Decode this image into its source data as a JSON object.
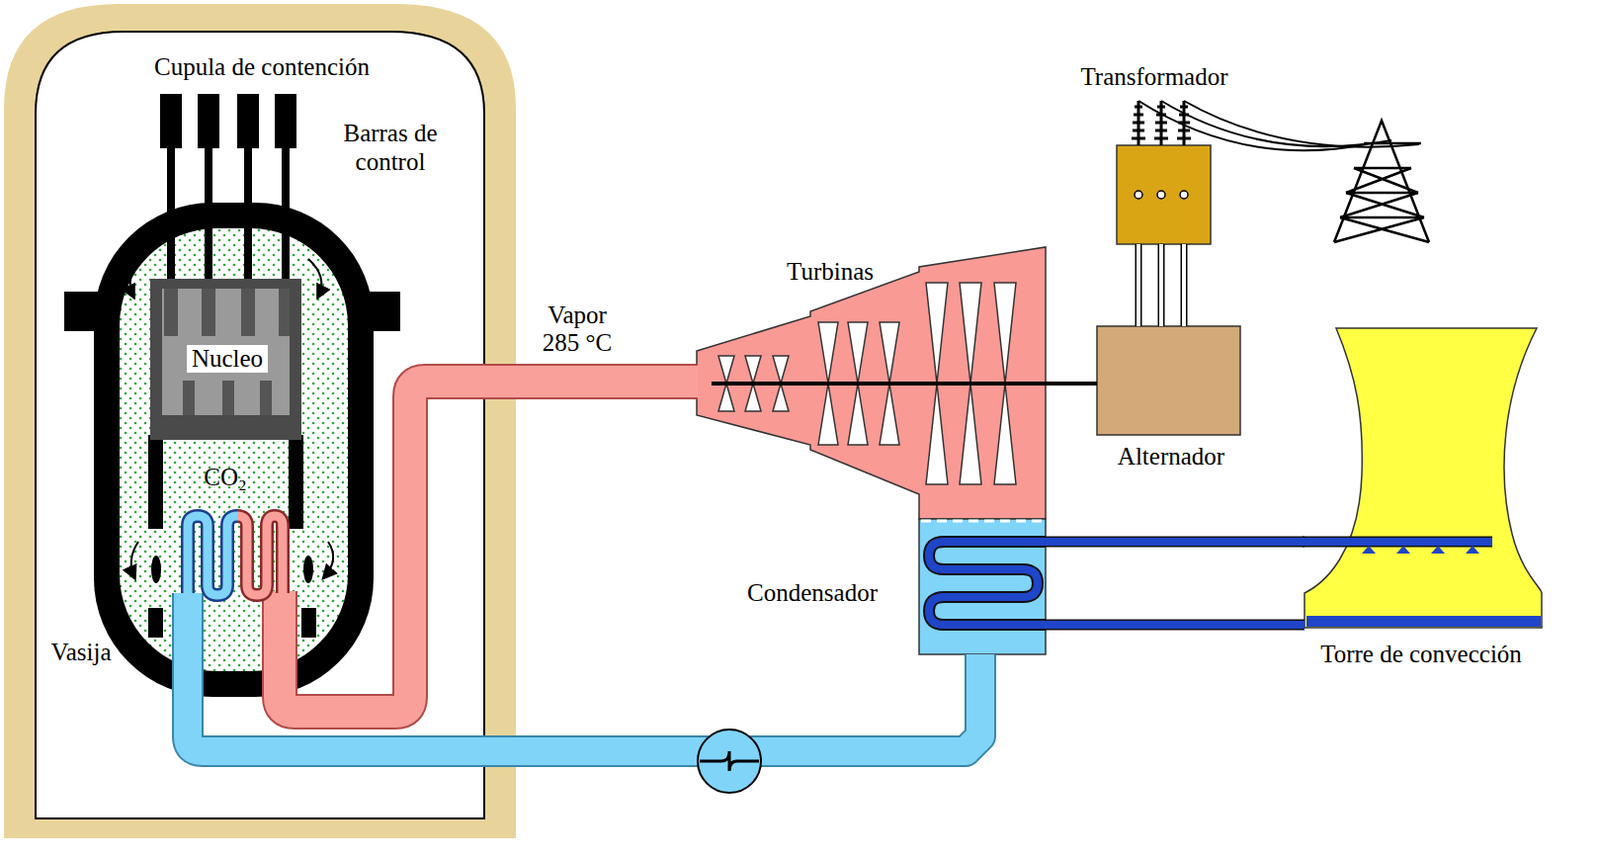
{
  "diagram": {
    "nodes": [
      {
        "text": [
          "Cupula de contención"
        ]
      },
      {
        "text": [
          "Nucleo"
        ],
        "in": 0
      },
      {
        "text": [
          "Turbinas"
        ]
      },
      {
        "text": [
          "Alternador"
        ]
      },
      {
        "text": [
          "Transformador"
        ]
      },
      {
        "text": [
          "Condensador"
        ]
      },
      {
        "text": [
          "Torre de convección"
        ]
      }
    ],
    "edges": [
      {
        "from": 0,
        "to": 2,
        "arrow": "none",
        "label": "Vapor 285 °C"
      },
      {
        "from": 2,
        "to": 3,
        "arrow": "none"
      },
      {
        "from": 3,
        "to": 4,
        "arrow": "none"
      },
      {
        "from": 5,
        "to": 6,
        "arrow": "none"
      },
      {
        "from": 5,
        "to": 6,
        "arrow": "none"
      },
      {
        "from": 5,
        "to": 0,
        "arrow": "none"
      }
    ],
    "labels": [
      "Barras de control",
      "CO₂",
      "Vasija"
    ]
  }
}
